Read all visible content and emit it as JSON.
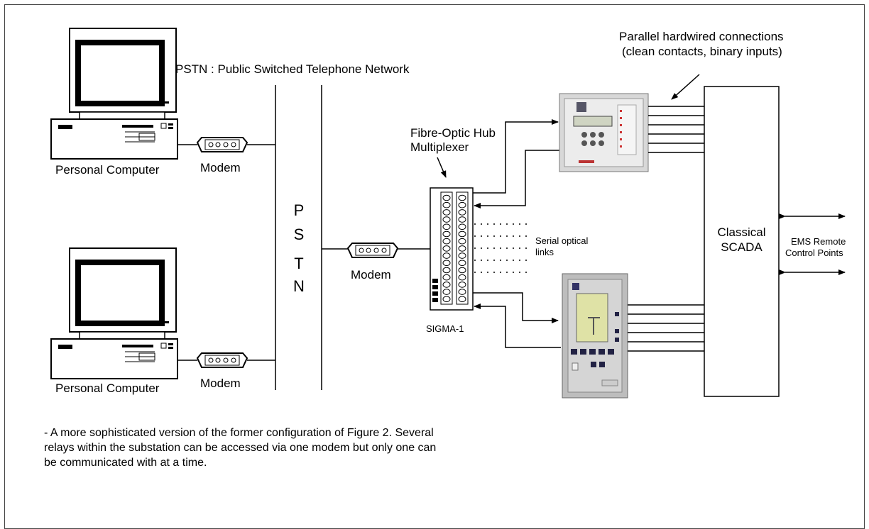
{
  "network_title": "PSTN : Public Switched Telephone Network",
  "pstn_letters": [
    "P",
    "S",
    "T",
    "N"
  ],
  "computers": [
    {
      "label": "Personal Computer"
    },
    {
      "label": "Personal Computer"
    }
  ],
  "modems": [
    {
      "label": "Modem"
    },
    {
      "label": "Modem"
    },
    {
      "label": "Modem"
    }
  ],
  "hub": {
    "title_line1": "Fibre-Optic Hub",
    "title_line2": "Multiplexer",
    "name": "SIGMA-1"
  },
  "serial_links": {
    "line1": "Serial optical",
    "line2": "links"
  },
  "hardwired": {
    "line1": "Parallel hardwired connections",
    "line2": "(clean contacts, binary inputs)"
  },
  "scada": {
    "line1": "Classical",
    "line2": "SCADA"
  },
  "ems": {
    "line1": "EMS Remote",
    "line2": "Control Points"
  },
  "note": "- A more sophisticated version of the former configuration of Figure 2. Several relays within the substation can be accessed via one modem but only one can be communicated with at a time."
}
